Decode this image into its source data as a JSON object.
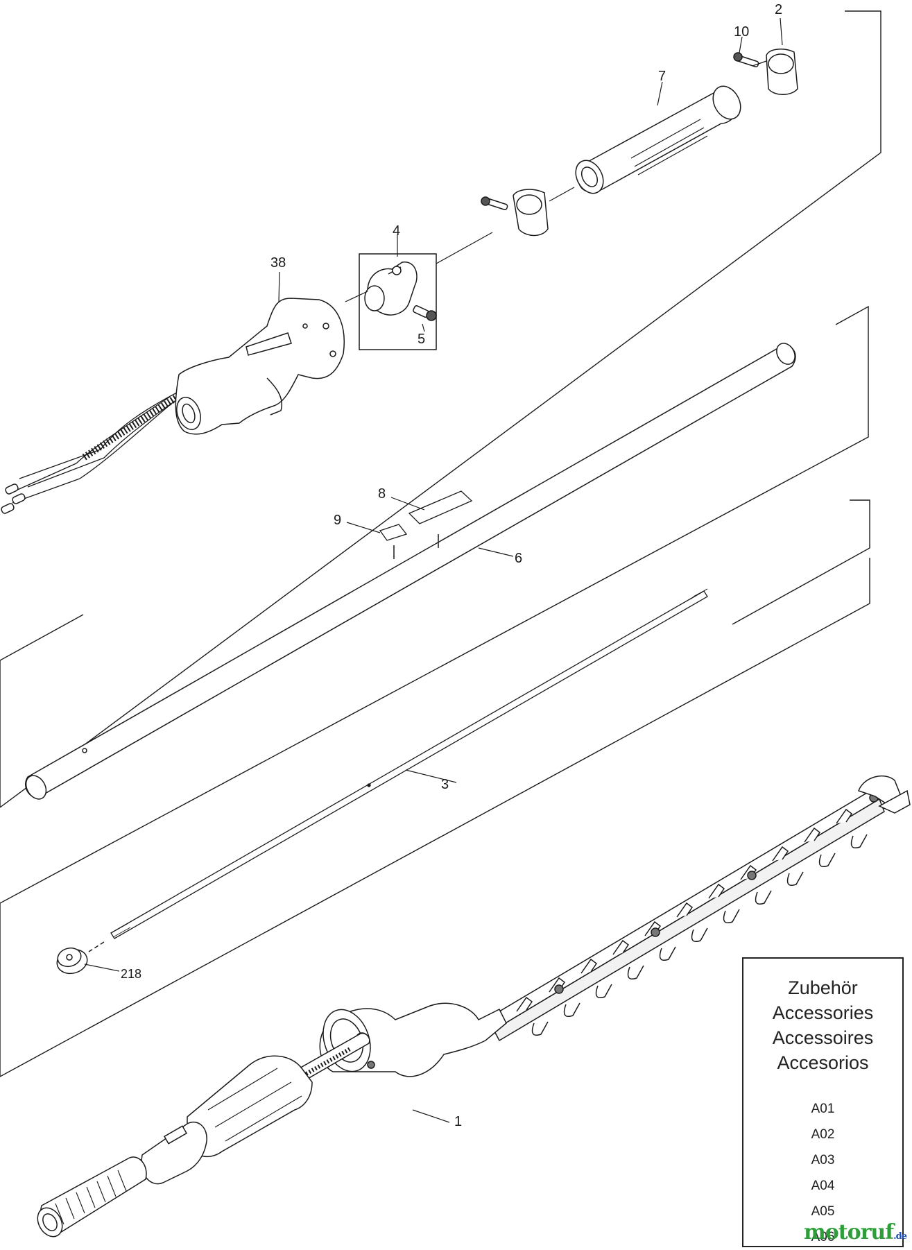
{
  "callouts": {
    "c1": "1",
    "c2": "2",
    "c3": "3",
    "c4": "4",
    "c5": "5",
    "c6": "6",
    "c7": "7",
    "c8": "8",
    "c9": "9",
    "c10": "10",
    "c38": "38",
    "c218": "218"
  },
  "accessories": {
    "titles": [
      "Zubehör",
      "Accessories",
      "Accessoires",
      "Accesorios"
    ],
    "items": [
      "A01",
      "A02",
      "A03",
      "A04",
      "A05",
      "A06"
    ]
  },
  "watermark": {
    "brand": "motoruf",
    "tld": ".de"
  },
  "colors": {
    "line": "#1a1a1a",
    "part_fill": "#ffffff",
    "shade": "#8c8c8c",
    "watermark_green": "#2f9e3a",
    "watermark_blue": "#1f4fb8"
  }
}
